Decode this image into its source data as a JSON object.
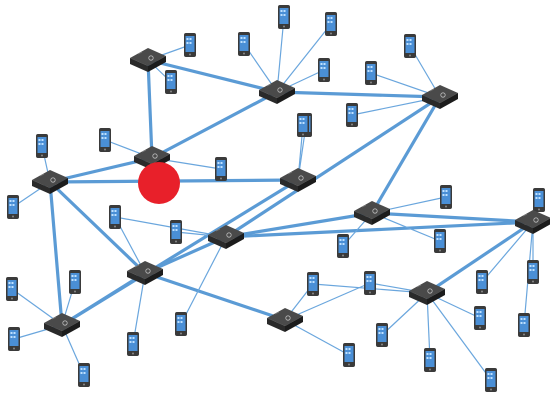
{
  "colors": {
    "background": "#ffffff",
    "backbone_link": "#5b9bd5",
    "device_link": "#6aa6dd",
    "router_body": "#2a2a2a",
    "router_top": "#4a4a4a",
    "phone_body": "#3a3a3a",
    "phone_screen": "#4a8fd6",
    "marker": "#e8202a"
  },
  "routers": [
    {
      "id": "r1",
      "icon": "router-icon"
    },
    {
      "id": "r2",
      "icon": "router-icon"
    },
    {
      "id": "r3",
      "icon": "router-icon"
    },
    {
      "id": "r4",
      "icon": "router-icon"
    },
    {
      "id": "r5",
      "icon": "router-icon"
    },
    {
      "id": "r6",
      "icon": "router-icon"
    },
    {
      "id": "r7",
      "icon": "router-icon"
    },
    {
      "id": "r8",
      "icon": "router-icon"
    },
    {
      "id": "r9",
      "icon": "router-icon"
    },
    {
      "id": "r10",
      "icon": "router-icon"
    },
    {
      "id": "r11",
      "icon": "router-icon"
    },
    {
      "id": "r12",
      "icon": "router-icon"
    },
    {
      "id": "r13",
      "icon": "router-icon"
    },
    {
      "id": "r14",
      "icon": "router-icon"
    }
  ],
  "backbone_links": [
    [
      "r1",
      "r2"
    ],
    [
      "r1",
      "r4"
    ],
    [
      "r2",
      "r3"
    ],
    [
      "r2",
      "r4"
    ],
    [
      "r3",
      "r9"
    ],
    [
      "r3",
      "r10"
    ],
    [
      "r4",
      "r5"
    ],
    [
      "r5",
      "r7"
    ],
    [
      "r5",
      "r6"
    ],
    [
      "r6",
      "r7"
    ],
    [
      "r7",
      "r8"
    ],
    [
      "r8",
      "r9"
    ],
    [
      "r8",
      "r11"
    ],
    [
      "r9",
      "r10"
    ],
    [
      "r9",
      "r12"
    ],
    [
      "r10",
      "r12"
    ],
    [
      "r12",
      "r13"
    ],
    [
      "r13",
      "r14"
    ],
    [
      "r5",
      "r8"
    ]
  ],
  "phones": [
    {
      "id": "p1",
      "router": "r1"
    },
    {
      "id": "p2",
      "router": "r1"
    },
    {
      "id": "p3",
      "router": "r2"
    },
    {
      "id": "p4",
      "router": "r2"
    },
    {
      "id": "p5",
      "router": "r2"
    },
    {
      "id": "p6",
      "router": "r2"
    },
    {
      "id": "p7",
      "router": "r3"
    },
    {
      "id": "p8",
      "router": "r3"
    },
    {
      "id": "p9",
      "router": "r3"
    },
    {
      "id": "p10",
      "router": "r4"
    },
    {
      "id": "p11",
      "router": "r4"
    },
    {
      "id": "p12",
      "router": "r5"
    },
    {
      "id": "p13",
      "router": "r5"
    },
    {
      "id": "p14",
      "router": "r6"
    },
    {
      "id": "p15",
      "router": "r7"
    },
    {
      "id": "p16",
      "router": "r7"
    },
    {
      "id": "p17",
      "router": "r7"
    },
    {
      "id": "p18",
      "router": "r7"
    },
    {
      "id": "p19",
      "router": "r6"
    },
    {
      "id": "p20",
      "router": "r6"
    },
    {
      "id": "p21",
      "router": "r8"
    },
    {
      "id": "p22",
      "router": "r8"
    },
    {
      "id": "p23",
      "router": "r9"
    },
    {
      "id": "p24",
      "router": "r9"
    },
    {
      "id": "p25",
      "router": "r9"
    },
    {
      "id": "p26",
      "router": "r10"
    },
    {
      "id": "p27",
      "router": "r10"
    },
    {
      "id": "p28",
      "router": "r10"
    },
    {
      "id": "p29",
      "router": "r12"
    },
    {
      "id": "p30",
      "router": "r12"
    },
    {
      "id": "p31",
      "router": "r12"
    },
    {
      "id": "p32",
      "router": "r12"
    },
    {
      "id": "p33",
      "router": "r12"
    },
    {
      "id": "p34",
      "router": "r13"
    },
    {
      "id": "p35",
      "router": "r13"
    },
    {
      "id": "p36",
      "router": "r13"
    },
    {
      "id": "p37",
      "router": "r13"
    },
    {
      "id": "p38",
      "router": "r14"
    },
    {
      "id": "p39",
      "router": "r14"
    },
    {
      "id": "p40",
      "router": "r11"
    },
    {
      "id": "p41",
      "router": "r11"
    },
    {
      "id": "p42",
      "router": "r11"
    },
    {
      "id": "p43",
      "router": "r4"
    },
    {
      "id": "p44",
      "router": "r12"
    }
  ],
  "marker": {
    "icon": "red-dot-marker"
  }
}
